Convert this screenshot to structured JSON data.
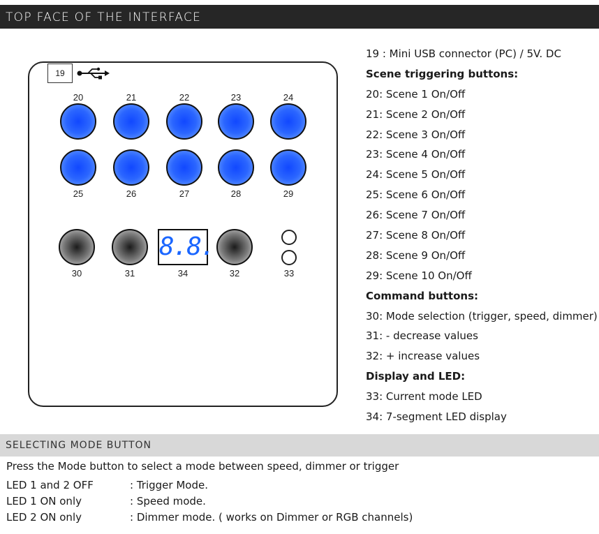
{
  "header": {
    "title": "TOP FACE OF THE INTERFACE"
  },
  "diagram": {
    "usb_label": "19",
    "top_row_numbers": [
      "20",
      "21",
      "22",
      "23",
      "24"
    ],
    "second_row_numbers": [
      "25",
      "26",
      "27",
      "28",
      "29"
    ],
    "bottom_numbers": [
      "30",
      "31",
      "34",
      "32",
      "33"
    ],
    "display_text": "8.8.",
    "colors": {
      "scene_button": "#1f5dff",
      "display": "#1a66ff",
      "command_button": "#6e6e6e"
    }
  },
  "legend": [
    {
      "text": "19 : Mini USB connector (PC) / 5V. DC",
      "bold": false
    },
    {
      "text": " Scene triggering buttons:",
      "bold": true
    },
    {
      "text": "20: Scene 1 On/Off",
      "bold": false
    },
    {
      "text": "21: Scene 2 On/Off",
      "bold": false
    },
    {
      "text": "22: Scene 3 On/Off",
      "bold": false
    },
    {
      "text": "23: Scene 4 On/Off",
      "bold": false
    },
    {
      "text": "24: Scene 5 On/Off",
      "bold": false
    },
    {
      "text": "25: Scene 6 On/Off",
      "bold": false
    },
    {
      "text": "26: Scene 7 On/Off",
      "bold": false
    },
    {
      "text": "27: Scene 8 On/Off",
      "bold": false
    },
    {
      "text": "28: Scene 9 On/Off",
      "bold": false
    },
    {
      "text": "29: Scene 10 On/Off",
      "bold": false
    },
    {
      "text": "Command buttons:",
      "bold": true
    },
    {
      "text": "30: Mode selection (trigger, speed, dimmer)",
      "bold": false
    },
    {
      "text": "31: - decrease values",
      "bold": false
    },
    {
      "text": "32: + increase values",
      "bold": false
    },
    {
      "text": "Display and LED:",
      "bold": true
    },
    {
      "text": "33: Current mode LED",
      "bold": false
    },
    {
      "text": "34: 7-segment LED display",
      "bold": false
    }
  ],
  "section": {
    "title": "SELECTING MODE BUTTON",
    "intro": "Press the Mode button to select a mode between speed, dimmer or trigger",
    "modes": [
      {
        "key": "LED 1 and 2 OFF",
        "value": ": Trigger Mode."
      },
      {
        "key": "LED 1 ON only",
        "value": ": Speed mode."
      },
      {
        "key": "LED 2 ON only",
        "value": ": Dimmer mode. ( works on Dimmer or RGB channels)"
      }
    ]
  }
}
